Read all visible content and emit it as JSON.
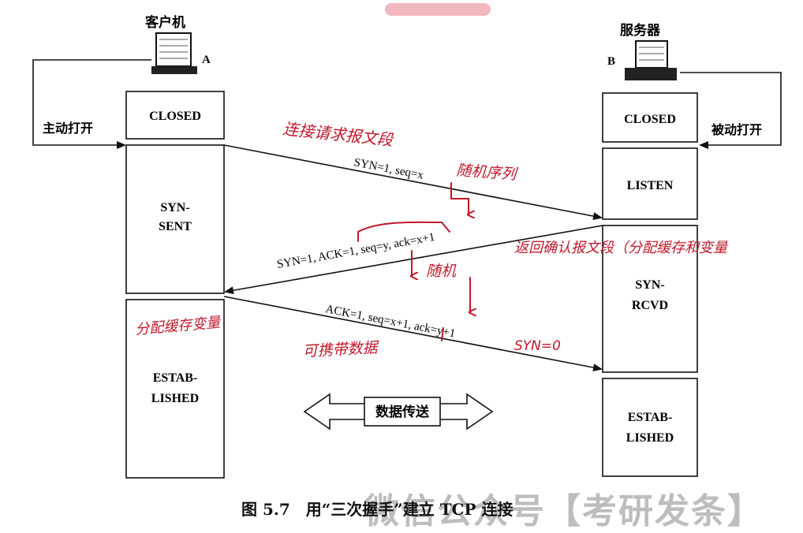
{
  "client": {
    "title": "客户机",
    "letter": "A"
  },
  "server": {
    "title": "服务器",
    "letter": "B"
  },
  "open": {
    "active": "主动打开",
    "passive": "被动打开"
  },
  "client_states": [
    {
      "lines": [
        "CLOSED"
      ]
    },
    {
      "lines": [
        "SYN-",
        "SENT"
      ]
    },
    {
      "lines": [
        "ESTAB-",
        "LISHED"
      ]
    }
  ],
  "server_states": [
    {
      "lines": [
        "CLOSED"
      ]
    },
    {
      "lines": [
        "LISTEN"
      ]
    },
    {
      "lines": [
        "SYN-",
        "RCVD"
      ]
    },
    {
      "lines": [
        "ESTAB-",
        "LISHED"
      ]
    }
  ],
  "segments": {
    "syn": "SYN=1, seq=x",
    "synack": "SYN=1, ACK=1, seq=y, ack=x+1",
    "ack": "ACK=1, seq=x+1, ack=y+1"
  },
  "data_transfer": "数据传送",
  "handwritten": {
    "connect_request": "连接请求报文段",
    "random_seq": "随机序列",
    "random": "随机",
    "confirm_segment": "返回确认报文段（分配缓存和变量",
    "alloc_client": "分配缓存变量",
    "can_carry_data": "可携带数据",
    "syn_zero": "SYN=0"
  },
  "caption": "图 5.7　用“三次握手”建立 TCP 连接",
  "watermark": "微信公众号【考研发条】",
  "colors": {
    "ink": "#111111",
    "annotation": "#c0182a",
    "watermark": "#bdbdbd",
    "pill": "#f2b8bf"
  }
}
